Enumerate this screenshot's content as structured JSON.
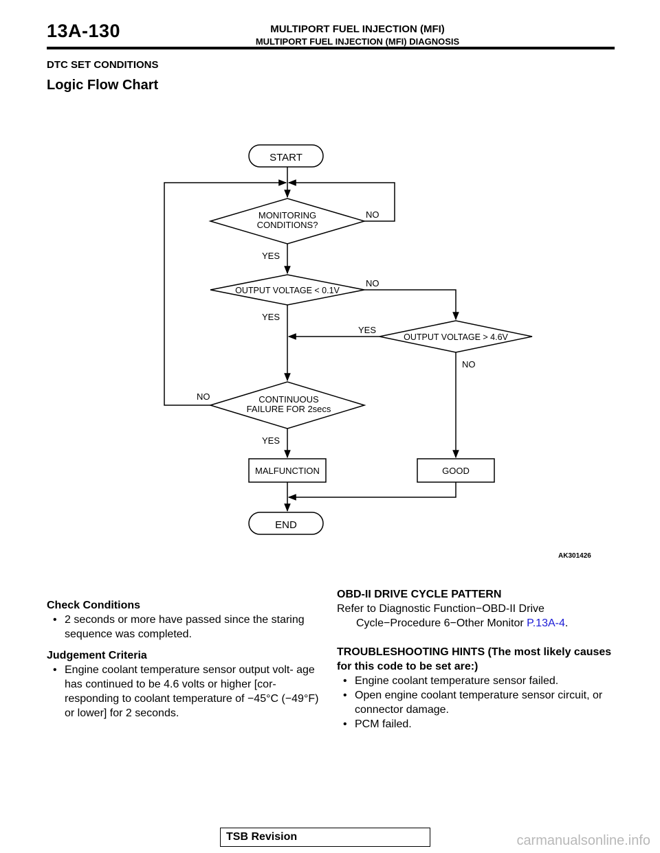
{
  "header": {
    "page_number": "13A-130",
    "title": "MULTIPORT FUEL INJECTION (MFI)",
    "subtitle": "MULTIPORT FUEL INJECTION (MFI) DIAGNOSIS"
  },
  "section_heading": "DTC SET CONDITIONS",
  "subsection_heading": "Logic Flow Chart",
  "flowchart": {
    "start": "START",
    "monitoring_line1": "MONITORING",
    "monitoring_line2": "CONDITIONS?",
    "output_low": "OUTPUT VOLTAGE < 0.1V",
    "output_high": "OUTPUT VOLTAGE > 4.6V",
    "continuous_line1": "CONTINUOUS",
    "continuous_line2": "FAILURE FOR 2secs",
    "malfunction": "MALFUNCTION",
    "good": "GOOD",
    "end": "END",
    "yes": "YES",
    "no": "NO",
    "figure_id": "AK301426"
  },
  "check_conditions": {
    "title": "Check Conditions",
    "items": [
      "2 seconds or more have passed since the staring sequence was completed."
    ]
  },
  "judgement_criteria": {
    "title": "Judgement Criteria",
    "items": [
      "Engine coolant temperature sensor output volt- age has continued to be 4.6 volts or higher [cor- responding to coolant temperature of −45°C (−49°F) or lower] for 2 seconds."
    ]
  },
  "obd": {
    "title": "OBD-II DRIVE CYCLE PATTERN",
    "text_line1": "Refer to Diagnostic Function−OBD-II Drive",
    "text_line2": "Cycle−Procedure 6−Other Monitor ",
    "link": "P.13A-4",
    "period": "."
  },
  "troubleshooting": {
    "title": "TROUBLESHOOTING HINTS (The most likely causes for this code to be set are:)",
    "items": [
      "Engine coolant temperature sensor failed.",
      "Open engine coolant temperature sensor circuit, or connector damage.",
      "PCM failed."
    ]
  },
  "footer": {
    "label": "TSB Revision"
  },
  "watermark": "carmanualsonline.info"
}
